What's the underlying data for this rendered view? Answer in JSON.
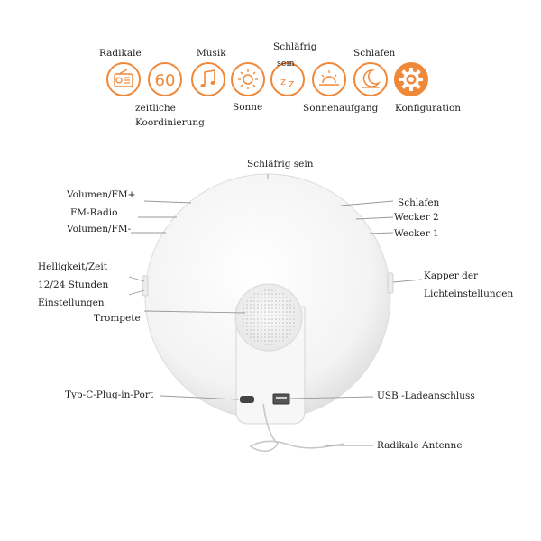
{
  "colors": {
    "accent": "#f0883a",
    "accent_light": "#f7b27a",
    "line": "#888888",
    "device_body": "#f6f6f6",
    "device_edge": "#d9d9d9"
  },
  "icons": [
    {
      "name": "radio-icon",
      "label": "Radikale"
    },
    {
      "name": "sixty-icon",
      "label": "zeitliche\nKoordinierung",
      "glyph": "60"
    },
    {
      "name": "music-icon",
      "label": "Musik"
    },
    {
      "name": "sun-icon",
      "label": "Sonne"
    },
    {
      "name": "sleep-icon",
      "label": "Schläfrig\nsein"
    },
    {
      "name": "sunrise-icon",
      "label": "Sonnenaufgang"
    },
    {
      "name": "moon-icon",
      "label": "Schlafen"
    },
    {
      "name": "gear-icon",
      "label": "Konfiguration"
    }
  ],
  "callouts": {
    "top": "Schläfrig sein",
    "left": [
      "Volumen/FM+",
      "FM-Radio",
      "Volumen/FM-",
      "Helligkeit/Zeit",
      "12/24 Stunden",
      "Einstellungen",
      "Trompete",
      "Typ-C-Plug-in-Port"
    ],
    "right": [
      "Schlafen",
      "Wecker 2",
      "Wecker 1",
      "Kapper der",
      "Lichteinstellungen",
      "USB -Ladeanschluss",
      "Radikale Antenne"
    ]
  }
}
